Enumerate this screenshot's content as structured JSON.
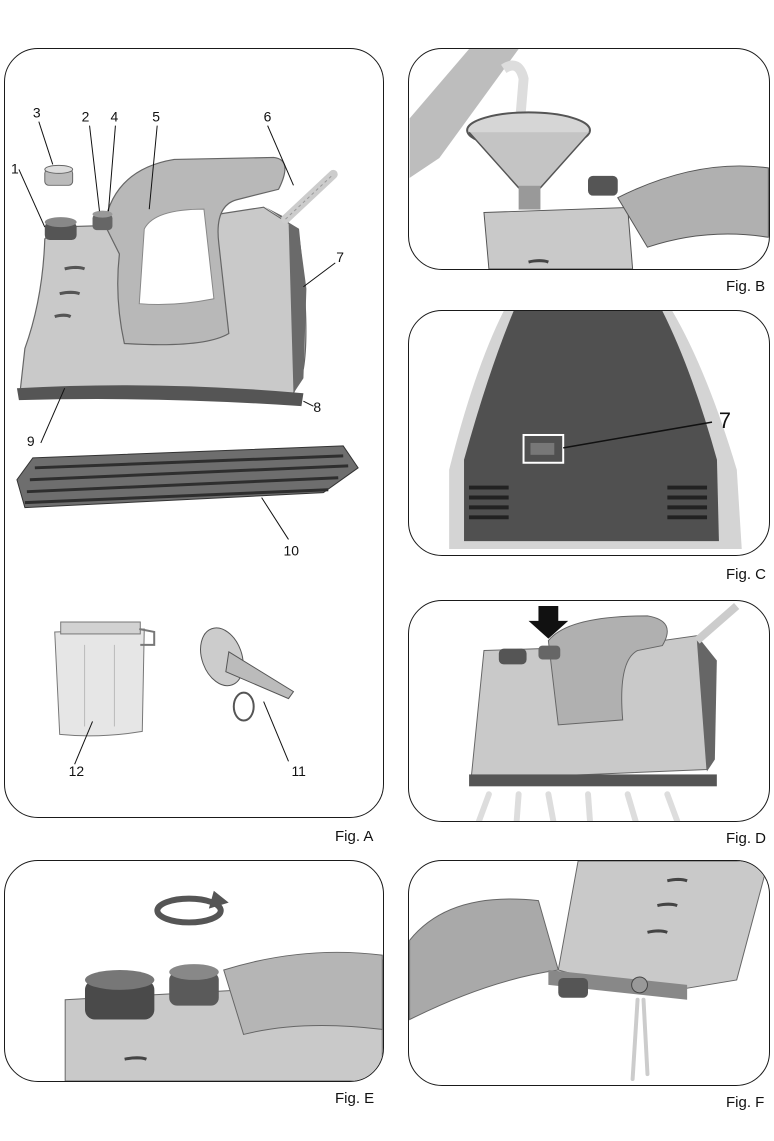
{
  "figures": {
    "a": {
      "caption": "Fig. A",
      "callouts": [
        "1",
        "2",
        "3",
        "4",
        "5",
        "6",
        "7",
        "8",
        "9",
        "10",
        "11",
        "12"
      ]
    },
    "b": {
      "caption": "Fig. B"
    },
    "c": {
      "caption": "Fig. C",
      "callout": "7"
    },
    "d": {
      "caption": "Fig. D"
    },
    "e": {
      "caption": "Fig. E"
    },
    "f": {
      "caption": "Fig. F"
    }
  },
  "colors": {
    "body_gray": "#c9c9c9",
    "handle_gray": "#a9a9a9",
    "dark_gray": "#4a4a4a",
    "outline": "#1a1a1a"
  },
  "icons": [
    "steam-iron-illustration",
    "funnel-icon",
    "water-tank-icon",
    "press-arrow-icon",
    "rotate-arrow-icon",
    "grid-mat-icon"
  ]
}
